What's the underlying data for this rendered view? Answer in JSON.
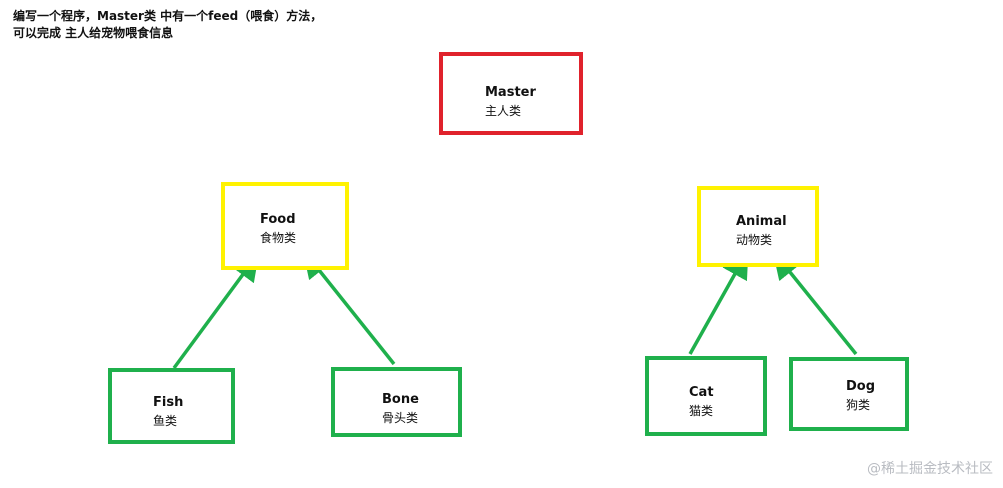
{
  "intro": {
    "line1": "编写一个程序，Master类 中有一个feed（喂食）方法，",
    "line2": "可以完成 主人给宠物喂食信息"
  },
  "nodes": {
    "master": {
      "name": "Master",
      "desc": "主人类"
    },
    "food": {
      "name": "Food",
      "desc": "食物类"
    },
    "animal": {
      "name": "Animal",
      "desc": "动物类"
    },
    "fish": {
      "name": "Fish",
      "desc": "鱼类"
    },
    "bone": {
      "name": "Bone",
      "desc": "骨头类"
    },
    "cat": {
      "name": "Cat",
      "desc": "猫类"
    },
    "dog": {
      "name": "Dog",
      "desc": "狗类"
    }
  },
  "colors": {
    "master_border": "#e0222c",
    "parent_border": "#fff200",
    "child_border": "#1fb04c",
    "arrow": "#1fb04c"
  },
  "watermark": "@稀土掘金技术社区"
}
